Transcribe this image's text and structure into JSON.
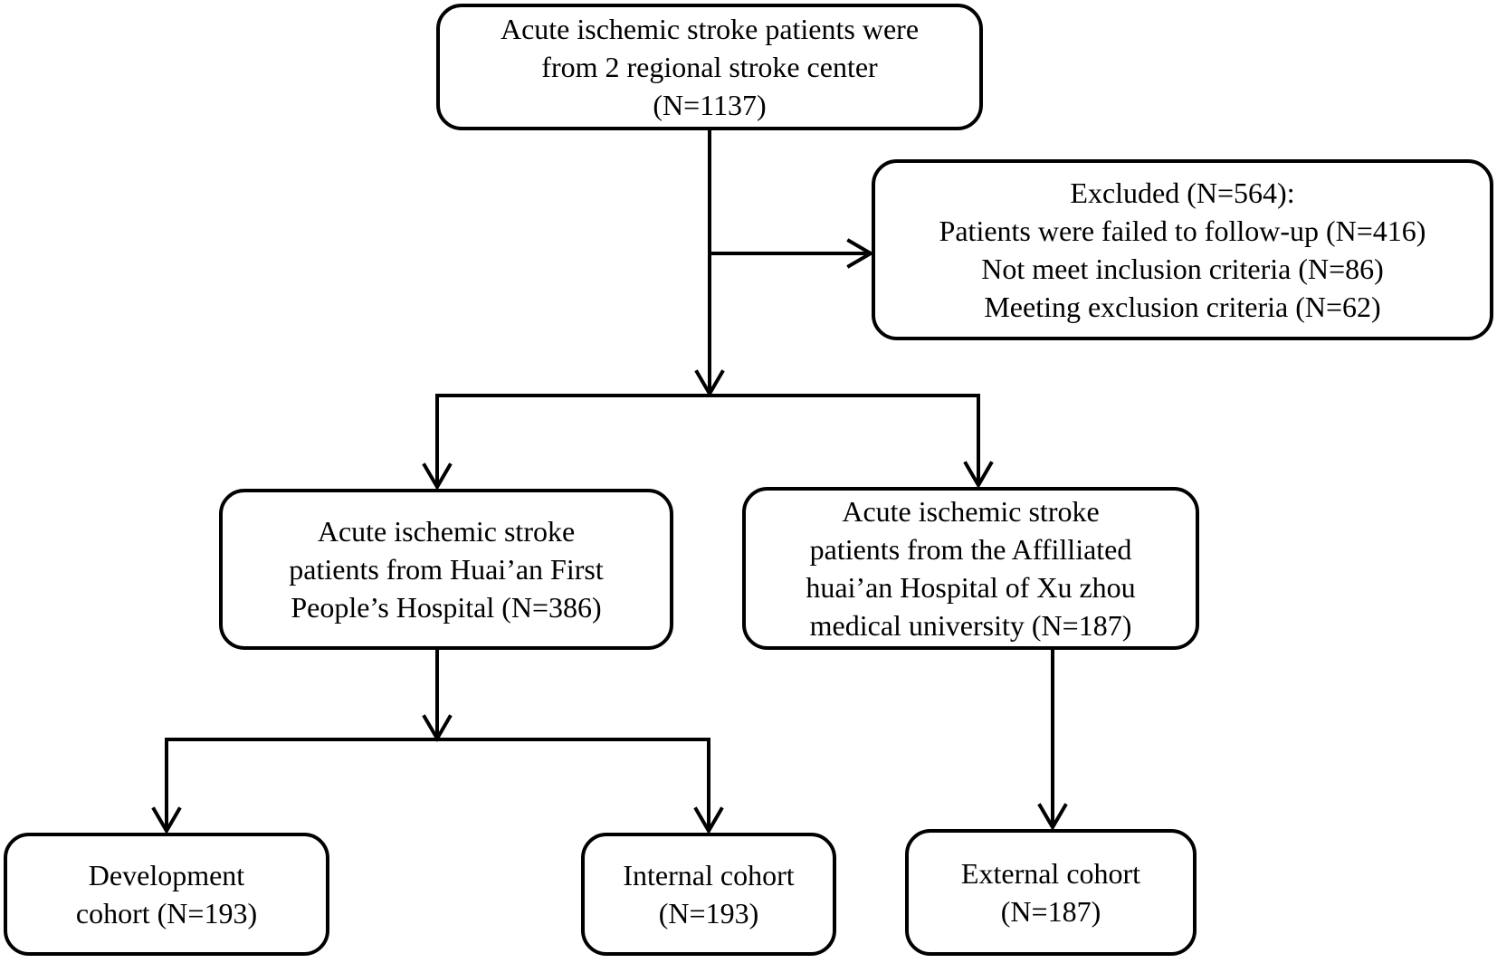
{
  "diagram": {
    "type": "flowchart",
    "nodes": {
      "source": {
        "lines": [
          "Acute ischemic stroke patients were",
          "from 2 regional stroke center",
          "(N=1137)"
        ]
      },
      "excluded": {
        "lines": [
          "Excluded (N=564):",
          "Patients were failed to follow-up (N=416)",
          "Not meet inclusion criteria (N=86)",
          "Meeting exclusion criteria (N=62)"
        ]
      },
      "huaian": {
        "lines": [
          "Acute ischemic stroke",
          "patients from Huai’an First",
          "People’s Hospital (N=386)"
        ]
      },
      "affiliated": {
        "lines": [
          "Acute ischemic stroke",
          "patients from the Affilliated",
          "huai’an Hospital of  Xu zhou",
          "medical university (N=187)"
        ]
      },
      "development": {
        "lines": [
          "Development",
          "cohort (N=193)"
        ]
      },
      "internal": {
        "lines": [
          "Internal cohort",
          "(N=193)"
        ]
      },
      "external": {
        "lines": [
          "External cohort",
          "(N=187)"
        ]
      }
    },
    "edges": [
      {
        "from": "source",
        "to": "excluded"
      },
      {
        "from": "source",
        "to": "huaian"
      },
      {
        "from": "source",
        "to": "affiliated"
      },
      {
        "from": "huaian",
        "to": "development"
      },
      {
        "from": "huaian",
        "to": "internal"
      },
      {
        "from": "affiliated",
        "to": "external"
      }
    ],
    "colors": {
      "stroke": "#000000",
      "background": "#ffffff",
      "text": "#000000"
    }
  }
}
